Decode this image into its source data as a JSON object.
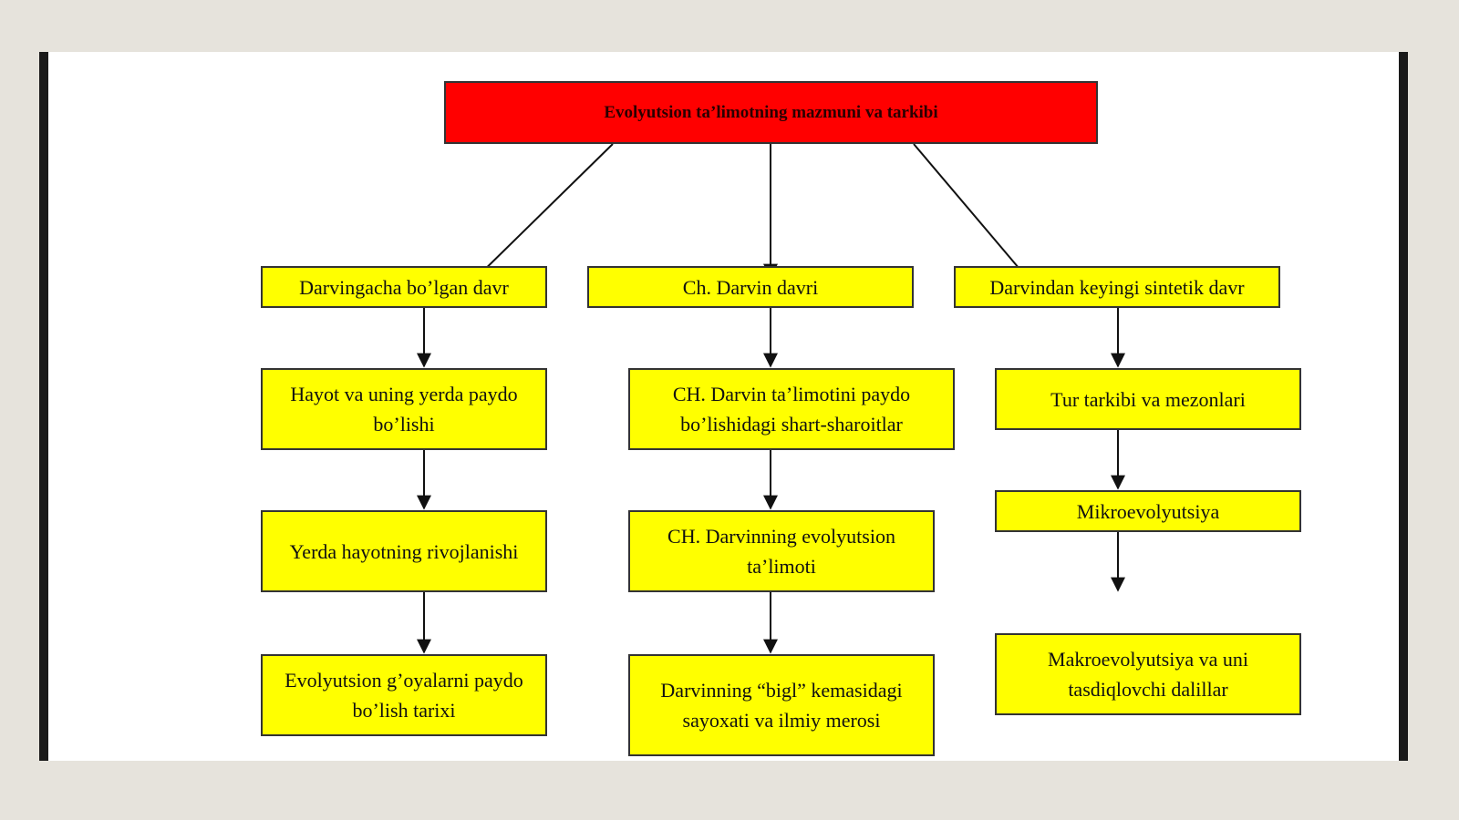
{
  "colors": {
    "root_fill": "#ff0000",
    "node_fill": "#ffff00",
    "border": "#333333",
    "arrow": "#111111"
  },
  "diagram": {
    "root": "Evolyutsion ta’limotning mazmuni va tarkibi",
    "col1": {
      "head": "Darvingacha bo’lgan davr",
      "n1": "Hayot va uning yerda paydo bo’lishi",
      "n2": "Yerda hayotning rivojlanishi",
      "n3": "Evolyutsion g’oyalarni paydo bo’lish tarixi"
    },
    "col2": {
      "head": "Ch. Darvin davri",
      "n1": "CH. Darvin ta’limotini paydo bo’lishidagi shart-sharoitlar",
      "n2": "CH. Darvinning evolyutsion ta’limoti",
      "n3": "Darvinning “bigl” kemasidagi sayoxati va ilmiy merosi"
    },
    "col3": {
      "head": "Darvindan keyingi sintetik davr",
      "n1": "Tur tarkibi va mezonlari",
      "n2": "Mikroevolyutsiya",
      "n3": "Makroevolyutsiya va uni tasdiqlovchi dalillar"
    }
  }
}
